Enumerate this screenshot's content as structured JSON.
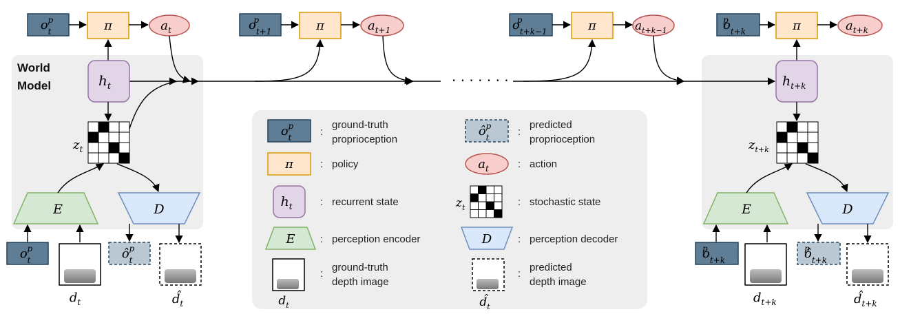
{
  "colors": {
    "obs_fill": "#5f7d95",
    "obs_stroke": "#23445d",
    "pred_obs_fill": "#bac8d3",
    "policy_fill": "#ffe6cc",
    "policy_stroke": "#d79b00",
    "action_fill": "#f8cecc",
    "action_stroke": "#b85450",
    "hidden_fill": "#e1d5e7",
    "hidden_stroke": "#9673a6",
    "encoder_fill": "#d5e8d4",
    "encoder_stroke": "#82b366",
    "decoder_fill": "#dae8fc",
    "decoder_stroke": "#6c8ebf",
    "panel_fill": "#eeeeee"
  },
  "world_model_label": [
    "World",
    "Model"
  ],
  "symbols": {
    "pi": "π",
    "E": "E",
    "D": "D",
    "o": "o",
    "o_hat": "ô",
    "p": "p",
    "a": "a",
    "h": "h",
    "z": "z",
    "d": "d",
    "d_hat": "d̂"
  },
  "subscripts": {
    "t": "t",
    "t1": "t+1",
    "tk1": "t+k−1",
    "tk": "t+k"
  },
  "ellipsis": "· · · · · · ·",
  "legend": {
    "gt_proprio": [
      "ground-truth",
      "proprioception"
    ],
    "pred_proprio": [
      "predicted",
      "proprioception"
    ],
    "policy": "policy",
    "action": "action",
    "recurrent": "recurrent state",
    "stochastic": "stochastic state",
    "encoder": "perception encoder",
    "decoder": "perception decoder",
    "gt_depth": [
      "ground-truth",
      "depth image"
    ],
    "pred_depth": [
      "predicted",
      "depth image"
    ],
    "colon": ":"
  }
}
